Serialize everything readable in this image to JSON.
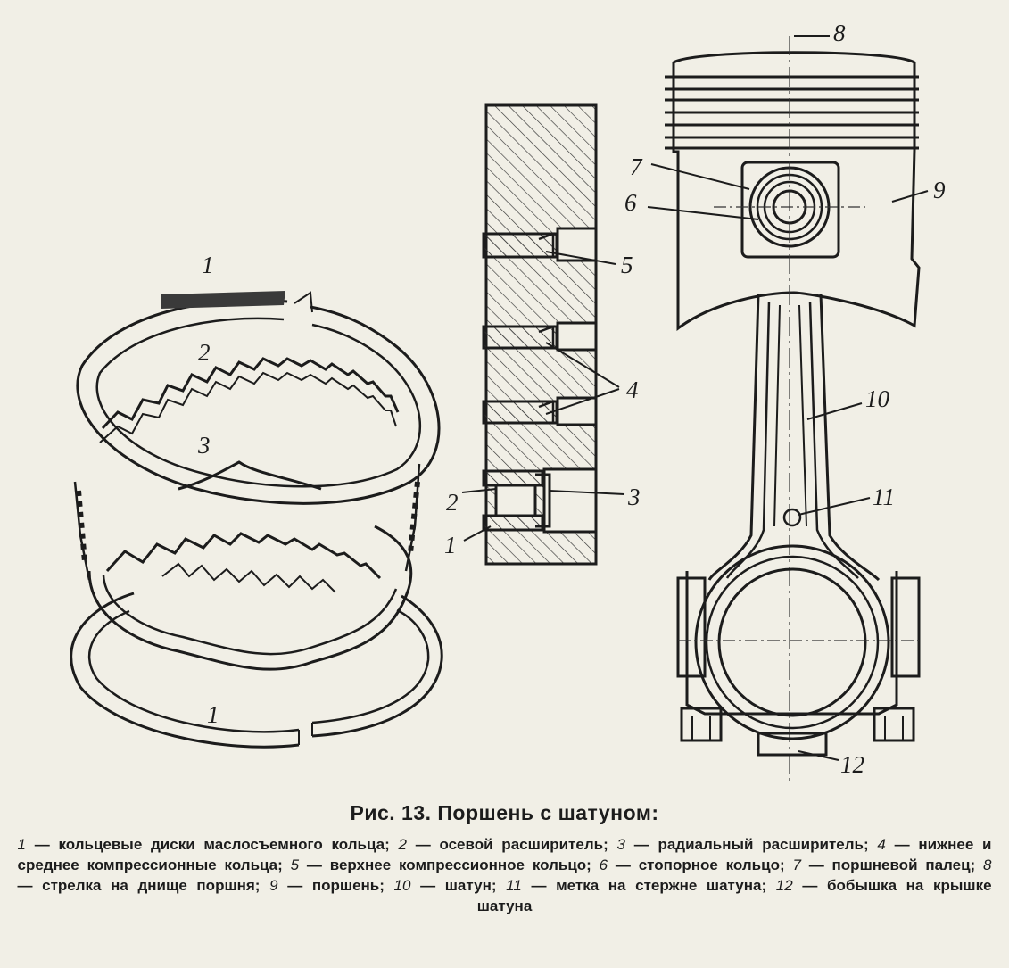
{
  "figure": {
    "title": "Рис. 13. Поршень с шатуном:",
    "callouts": [
      "1",
      "2",
      "3",
      "1",
      "5",
      "4",
      "2",
      "3",
      "1",
      "8",
      "7",
      "6",
      "9",
      "10",
      "11",
      "12"
    ],
    "legend": [
      {
        "num": "1",
        "text": "— кольцевые диски маслосъемного кольца;"
      },
      {
        "num": "2",
        "text": "— осевой расширитель;"
      },
      {
        "num": "3",
        "text": "— радиальный расширитель;"
      },
      {
        "num": "4",
        "text": "— нижнее и среднее компрессионные кольца;"
      },
      {
        "num": "5",
        "text": "— верхнее компрессионное кольцо;"
      },
      {
        "num": "6",
        "text": "— стопорное кольцо;"
      },
      {
        "num": "7",
        "text": "— поршневой палец;"
      },
      {
        "num": "8",
        "text": "— стрелка на днище поршня;"
      },
      {
        "num": "9",
        "text": "— поршень;"
      },
      {
        "num": "10",
        "text": "— шатун;"
      },
      {
        "num": "11",
        "text": "— метка на стержне шатуна;"
      },
      {
        "num": "12",
        "text": "— бобышка на крышке шатуна"
      }
    ]
  }
}
